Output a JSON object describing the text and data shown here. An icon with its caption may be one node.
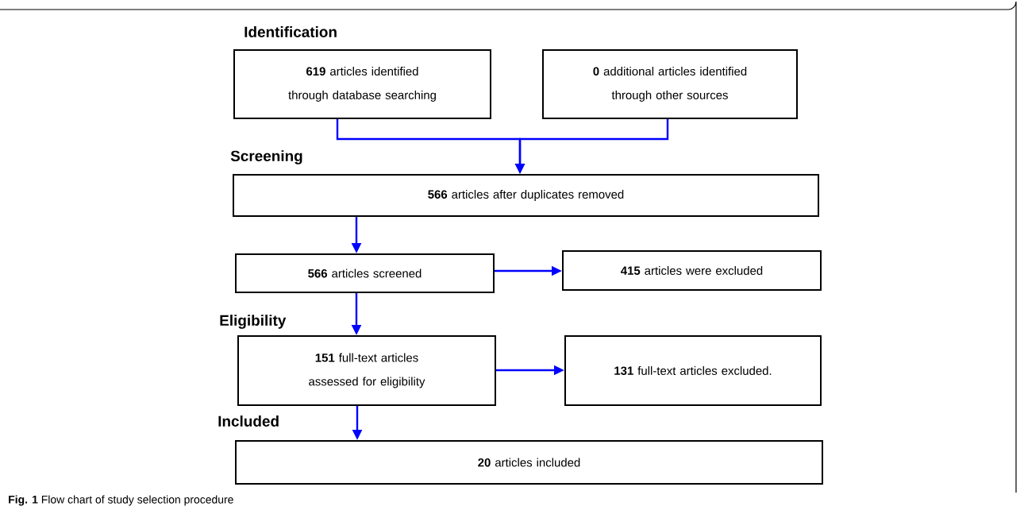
{
  "diagram": {
    "caption": "**Fig. 1** Flow chart of study selection procedure",
    "nodes": [
      {
        "text": [
          "**619** articles identified through database searching"
        ]
      },
      {
        "text": [
          "**0** additional articles identified through other sources"
        ]
      },
      {
        "text": [
          "**566** articles after duplicates removed"
        ]
      },
      {
        "text": [
          "**566** articles screened"
        ]
      },
      {
        "text": [
          "**415** articles were excluded"
        ]
      },
      {
        "text": [
          "**151** full-text articles assessed for eligibility"
        ]
      },
      {
        "text": [
          "**131** full-text articles excluded."
        ]
      },
      {
        "text": [
          "**20** articles included"
        ]
      }
    ],
    "edges": [
      {
        "from": 0,
        "to": 2,
        "arrow": "to"
      },
      {
        "from": 1,
        "to": 2,
        "arrow": "to"
      },
      {
        "from": 2,
        "to": 3,
        "arrow": "to"
      },
      {
        "from": 3,
        "to": 4,
        "arrow": "to"
      },
      {
        "from": 3,
        "to": 5,
        "arrow": "to"
      },
      {
        "from": 5,
        "to": 6,
        "arrow": "to"
      },
      {
        "from": 5,
        "to": 7,
        "arrow": "to"
      }
    ],
    "labels": [
      "Identification",
      "Screening",
      "Eligibility",
      "Included"
    ]
  }
}
